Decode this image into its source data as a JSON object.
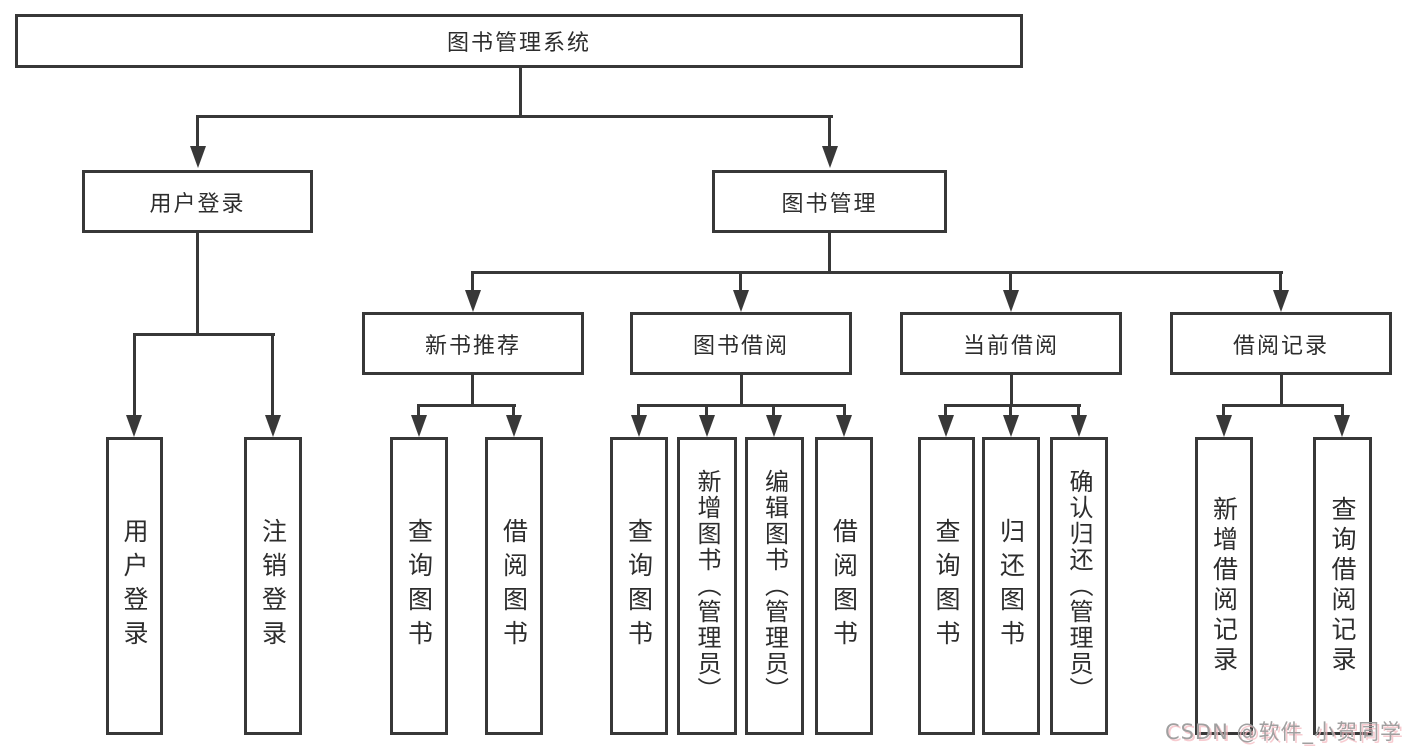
{
  "tree": {
    "root": "图书管理系统",
    "branches": [
      {
        "label": "用户登录",
        "children": [
          "用户登录",
          "注销登录"
        ]
      },
      {
        "label": "图书管理",
        "children": [
          {
            "label": "新书推荐",
            "children": [
              "查询图书",
              "借阅图书"
            ]
          },
          {
            "label": "图书借阅",
            "children": [
              "查询图书",
              "新增图书（管理员）",
              "编辑图书（管理员）",
              "借阅图书"
            ]
          },
          {
            "label": "当前借阅",
            "children": [
              "查询图书",
              "归还图书",
              "确认归还（管理员）"
            ]
          },
          {
            "label": "借阅记录",
            "children": [
              "新增借阅记录",
              "查询借阅记录"
            ]
          }
        ]
      }
    ]
  },
  "watermark": "CSDN @软件_小贺同学",
  "colors": {
    "line": "#383838",
    "box_border": "#383838",
    "box_fill": "#ffffff",
    "text": "#2d2d2d",
    "background": "#ffffff",
    "watermark_text": "#a0a0a0",
    "watermark_shadow": "#f4bac0"
  }
}
